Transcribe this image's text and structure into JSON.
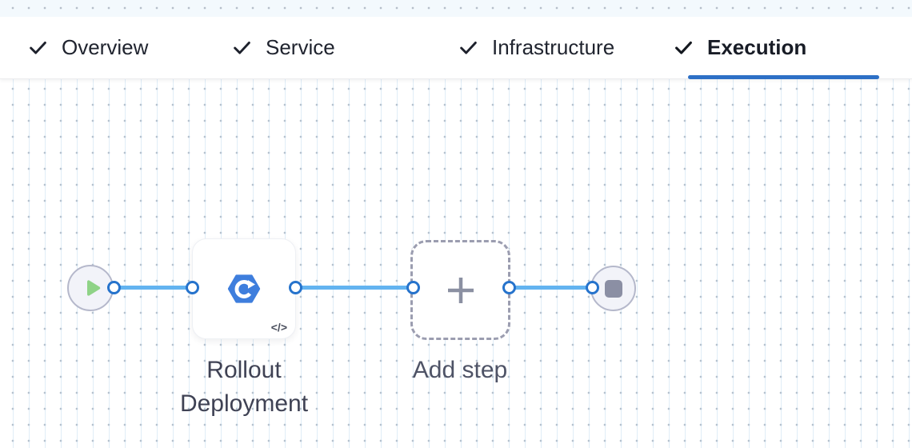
{
  "header": {
    "tabs": [
      {
        "label": "Overview",
        "checked": true,
        "active": false
      },
      {
        "label": "Service",
        "checked": true,
        "active": false
      },
      {
        "label": "Infrastructure",
        "checked": true,
        "active": false
      },
      {
        "label": "Execution",
        "checked": true,
        "active": true
      }
    ]
  },
  "pipeline": {
    "start_node": {
      "icon": "play-icon"
    },
    "step": {
      "label": "Rollout Deployment",
      "icon": "rollout-hexagon-arrow-icon",
      "badge": "</>"
    },
    "add_step": {
      "label": "Add step",
      "icon": "plus-icon"
    },
    "end_node": {
      "icon": "stop-icon"
    }
  },
  "colors": {
    "active_tab_underline": "#2d70c6",
    "connector_blue": "#63b3f0",
    "port_border_blue": "#2673cc",
    "step_icon_blue": "#3e7edd",
    "play_green": "#8fd387",
    "stop_gray": "#8b8fa4",
    "canvas_dot": "#b5bec9",
    "top_strip_bg": "#f3f9fd"
  }
}
